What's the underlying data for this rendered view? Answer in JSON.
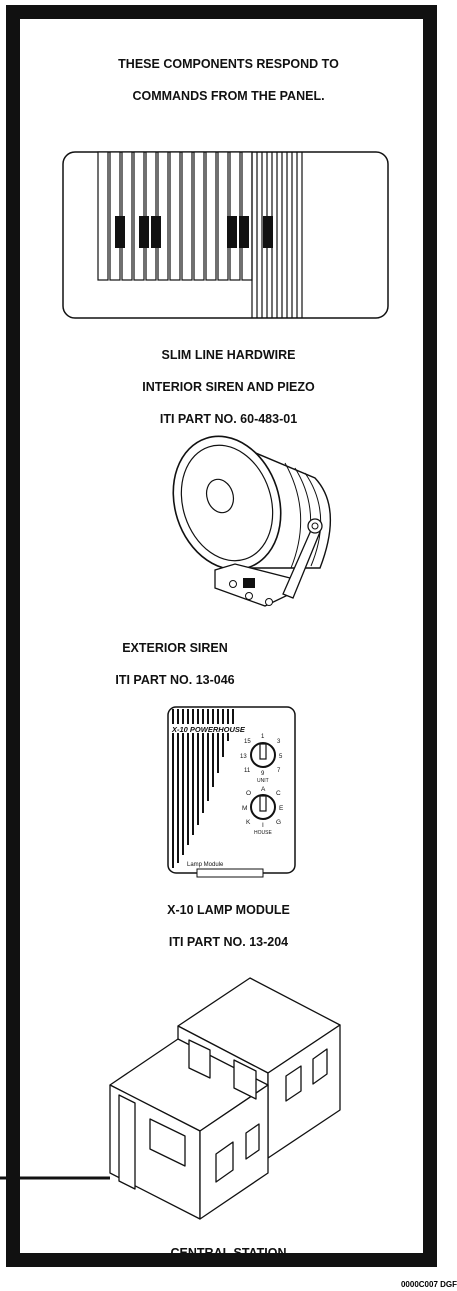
{
  "header": {
    "line1": "THESE COMPONENTS RESPOND TO",
    "line2": "COMMANDS FROM THE PANEL."
  },
  "siren_piezo": {
    "line1": "SLIM LINE HARDWIRE",
    "line2": "INTERIOR SIREN AND PIEZO",
    "line3": "ITI PART NO. 60-483-01"
  },
  "exterior_siren": {
    "line1": "EXTERIOR SIREN",
    "line2": "ITI PART NO. 13-046"
  },
  "lamp_module": {
    "brand": "X-10 POWERHOUSE",
    "unit_label": "UNIT",
    "house_label": "HOUSE",
    "device_label": "Lamp Module",
    "unit_dial": [
      "15",
      "1",
      "3",
      "13",
      "5",
      "11",
      "9",
      "7"
    ],
    "house_dial": [
      "O",
      "A",
      "C",
      "M",
      "E",
      "K",
      "I",
      "G"
    ],
    "line1": "X-10 LAMP MODULE",
    "line2": "ITI PART NO. 13-204"
  },
  "central_station": {
    "label": "CENTRAL STATION"
  },
  "drawing_number": "0000C007 DGF"
}
